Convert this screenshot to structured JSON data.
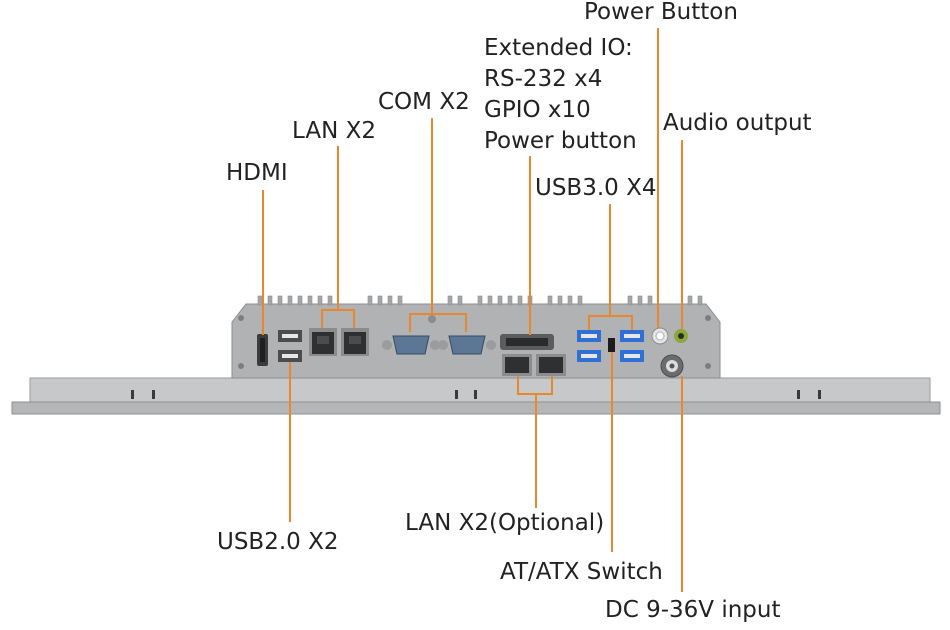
{
  "colors": {
    "leader": "#e8872e",
    "chassis": "#aeb0b2",
    "chassis_dark": "#8e9092",
    "panel": "#c4c6c8",
    "panel_edge": "#9a9c9e",
    "port_dark": "#3c3e40",
    "usb3_blue": "#2f6fd6",
    "com_blue": "#4a6a8a"
  },
  "labels": {
    "power_button": "Power Button",
    "extended_io_title": "Extended IO:",
    "extended_io_rs232": "RS-232 x4",
    "extended_io_gpio": "GPIO x10",
    "extended_io_power": "Power button",
    "audio_output": "Audio output",
    "com": "COM X2",
    "lan": "LAN X2",
    "hdmi": "HDMI",
    "usb3": "USB3.0 X4",
    "usb2": "USB2.0 X2",
    "lan_optional": "LAN X2(Optional)",
    "at_atx_switch": "AT/ATX Switch",
    "dc_input": "DC 9-36V input"
  }
}
